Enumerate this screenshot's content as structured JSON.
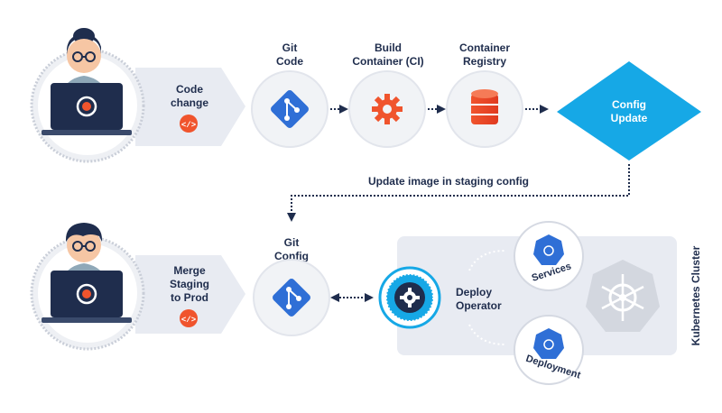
{
  "row1": {
    "dev_label_line1": "Code",
    "dev_label_line2": "change",
    "git_code_line1": "Git",
    "git_code_line2": "Code",
    "build_line1": "Build",
    "build_line2": "Container (CI)",
    "registry_line1": "Container",
    "registry_line2": "Registry",
    "config_update_line1": "Config",
    "config_update_line2": "Update"
  },
  "connector_label": "Update image in staging config",
  "row2": {
    "dev_label_line1": "Merge",
    "dev_label_line2": "Staging",
    "dev_label_line3": "to Prod",
    "git_config_line1": "Git",
    "git_config_line2": "Config",
    "operator_line1": "Deploy",
    "operator_line2": "Operator",
    "services_label": "Services",
    "deployment_label": "Deployment",
    "cluster_label": "Kubernetes Cluster"
  },
  "code_badge_glyph": "</>",
  "colors": {
    "navy": "#1f2d4d",
    "blue": "#2f6fd6",
    "orange": "#f0542d",
    "cyan": "#16a8e6",
    "panel": "#e8ebf2",
    "circle_bg": "#eef0f4"
  }
}
